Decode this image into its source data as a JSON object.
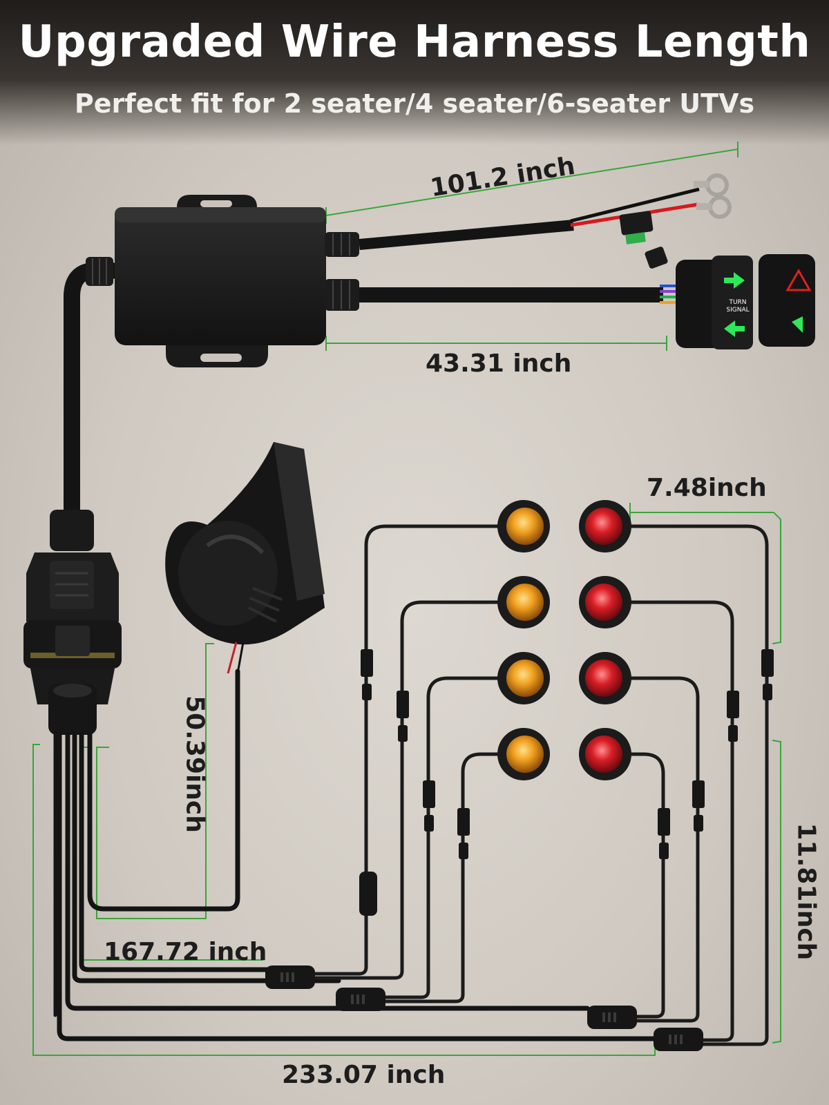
{
  "title": "Upgraded Wire Harness Length",
  "subtitle": "Perfect fit for 2 seater/4 seater/6-seater UTVs",
  "switch_text": [
    "TURN",
    "SIGNAL"
  ],
  "measurements": {
    "power_cable": "101.2 inch",
    "switch_cable": "43.31 inch",
    "light_spacing": "7.48inch",
    "horn_cable": "50.39inch",
    "inner_cable": "167.72 inch",
    "outer_cable": "233.07 inch",
    "light_branch": "11.81inch"
  },
  "colors": {
    "dimension_line": "#3aa53a",
    "amber_light": "#f0a020",
    "red_light": "#d81e26",
    "switch_glow": "#2ee85a",
    "fuse": "#2fae4a"
  }
}
